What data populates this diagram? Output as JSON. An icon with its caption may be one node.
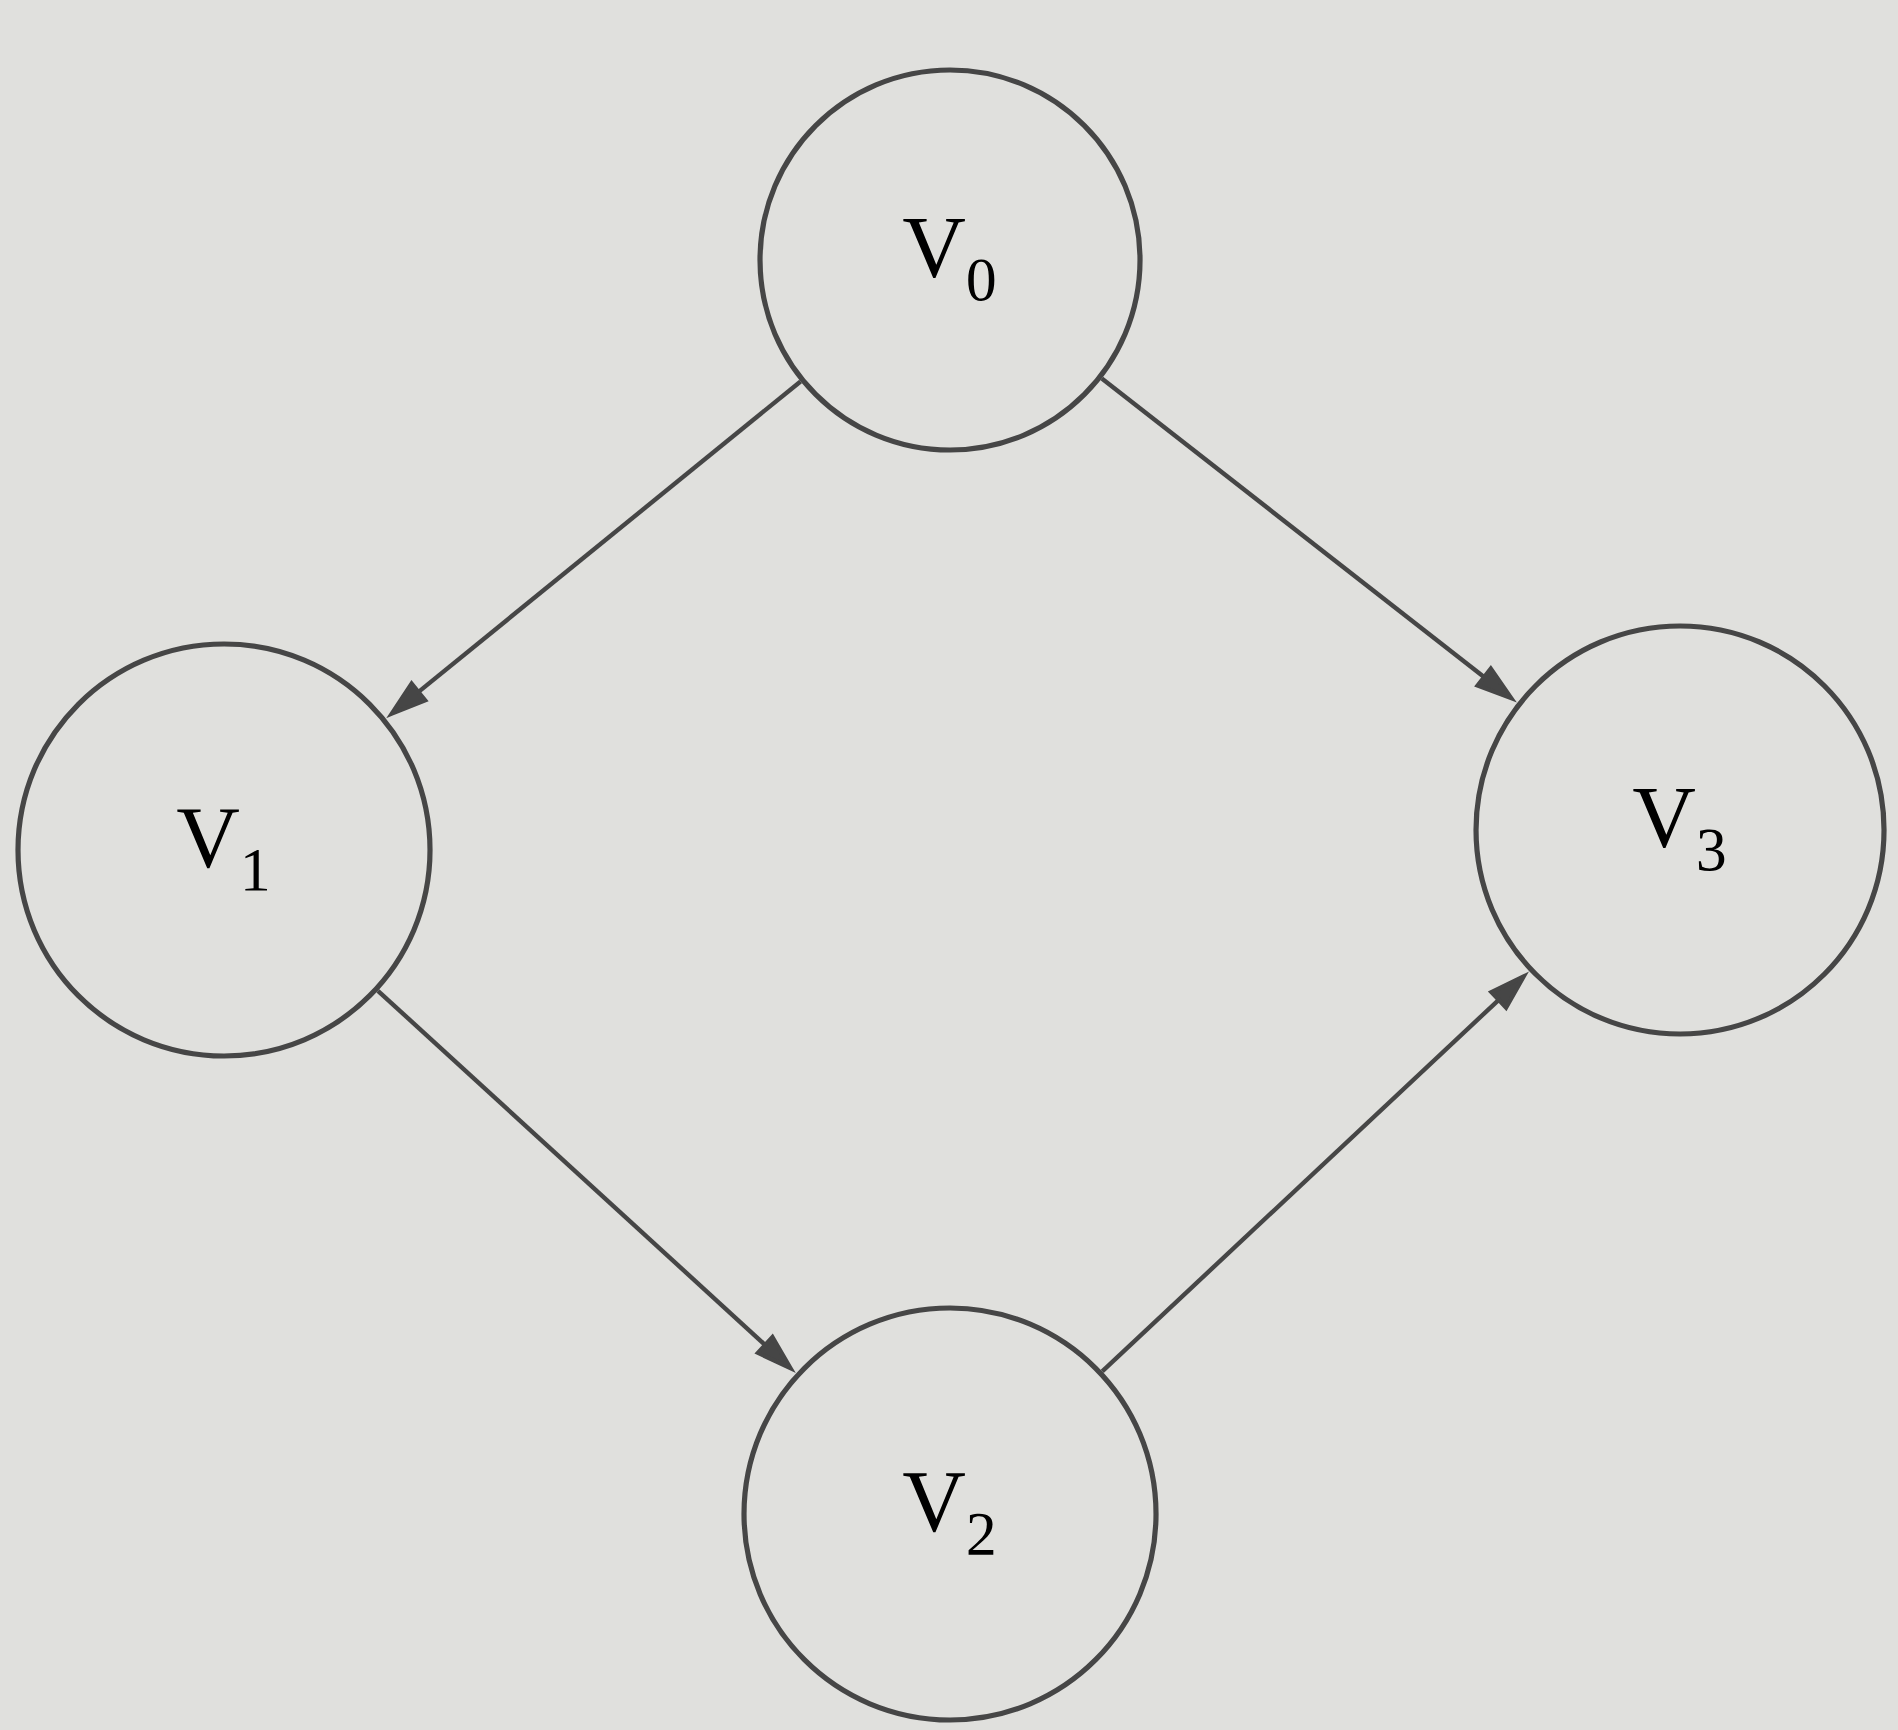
{
  "diagram": {
    "nodes": [
      {
        "text": [
          "V$_{0}$"
        ]
      },
      {
        "text": [
          "V$_{1}$"
        ]
      },
      {
        "text": [
          "V$_{2}$"
        ]
      },
      {
        "text": [
          "V$_{3}$"
        ]
      }
    ],
    "edges": [
      {
        "from": 0,
        "to": 1,
        "arrow": "to"
      },
      {
        "from": 0,
        "to": 3,
        "arrow": "to"
      },
      {
        "from": 1,
        "to": 2,
        "arrow": "to"
      },
      {
        "from": 2,
        "to": 3,
        "arrow": "to"
      }
    ]
  }
}
